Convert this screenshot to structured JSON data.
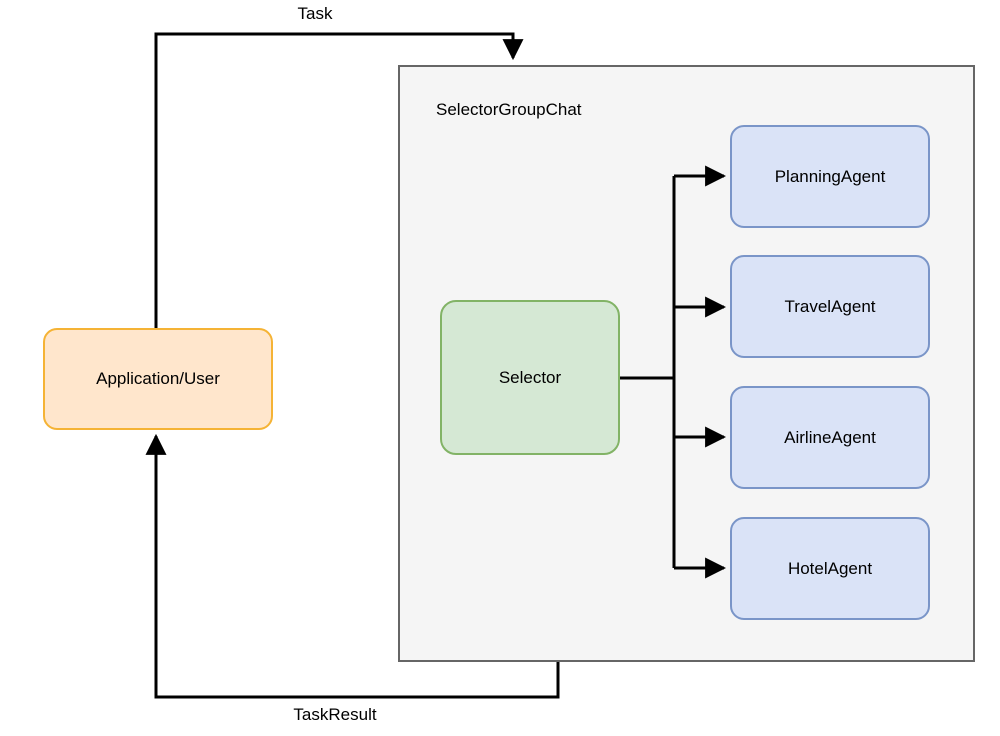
{
  "diagram": {
    "title": "SelectorGroupChat",
    "group": {
      "label": "SelectorGroupChat",
      "fill": "#f5f5f5",
      "border": "#666666"
    },
    "nodes": {
      "application": {
        "label": "Application/User",
        "fill": "#ffe6cc",
        "border": "#f5b335"
      },
      "selector": {
        "label": "Selector",
        "fill": "#d5e8d4",
        "border": "#82b366"
      },
      "agents": [
        {
          "label": "PlanningAgent",
          "fill": "#dae3f7",
          "border": "#7a95c8"
        },
        {
          "label": "TravelAgent",
          "fill": "#dae3f7",
          "border": "#7a95c8"
        },
        {
          "label": "AirlineAgent",
          "fill": "#dae3f7",
          "border": "#7a95c8"
        },
        {
          "label": "HotelAgent",
          "fill": "#dae3f7",
          "border": "#7a95c8"
        }
      ]
    },
    "edges": {
      "task": {
        "label": "Task",
        "from": "application",
        "to": "SelectorGroupChat",
        "color": "#000000"
      },
      "task_result": {
        "label": "TaskResult",
        "from": "SelectorGroupChat",
        "to": "application",
        "color": "#000000"
      },
      "selector_to_agents": {
        "label": "",
        "color": "#000000",
        "targets": [
          "PlanningAgent",
          "TravelAgent",
          "AirlineAgent",
          "HotelAgent"
        ]
      }
    }
  }
}
